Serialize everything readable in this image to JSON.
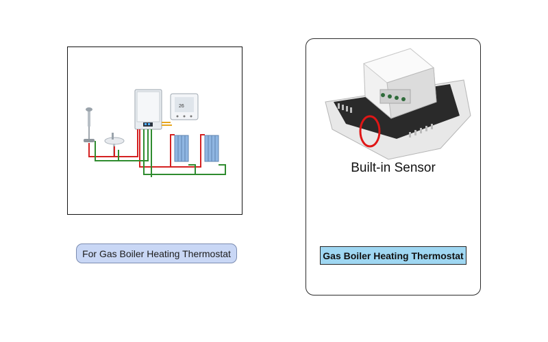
{
  "left_panel": {
    "caption": "For Gas Boiler Heating Thermostat",
    "colors": {
      "supply_pipe": "#d42020",
      "return_pipe": "#2e8b2e",
      "gas_pipe": "#e7a51c",
      "caption_fill": "#c9d7f5"
    }
  },
  "right_panel": {
    "sensor_label": "Built-in Sensor",
    "badge": "Gas Boiler Heating Thermostat",
    "colors": {
      "badge_fill": "#9fd7f2",
      "highlight_ring": "#e01616"
    }
  }
}
